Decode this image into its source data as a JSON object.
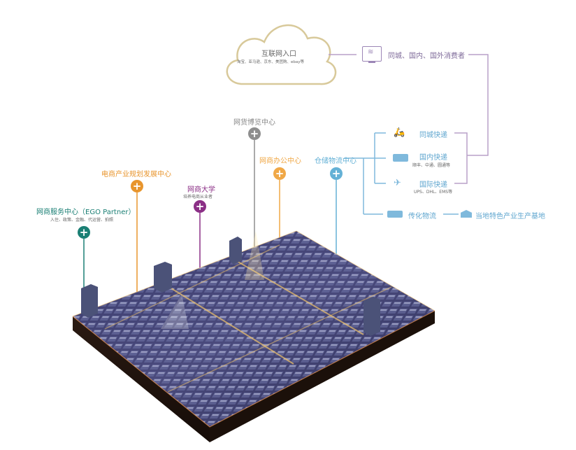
{
  "cloud": {
    "title": "互联网入口",
    "subtitle": "淘宝、亚马逊、京东、美团购、ebay等"
  },
  "consumers": {
    "label": "同城、国内、国外消费者"
  },
  "hubs": [
    {
      "key": "ego",
      "label": "网商服务中心（EGO Partner）",
      "sub": "入住、政策、金融、代运营、拍照",
      "color": "#1a7f74"
    },
    {
      "key": "plan",
      "label": "电商产业规划发展中心",
      "sub": "",
      "color": "#e8952d"
    },
    {
      "key": "univ",
      "label": "网商大学",
      "sub": "培养电商从业者",
      "color": "#8b2f86"
    },
    {
      "key": "expo",
      "label": "网货博览中心",
      "sub": "",
      "color": "#8e8e8e"
    },
    {
      "key": "office",
      "label": "网商办公中心",
      "sub": "",
      "color": "#f0a847"
    },
    {
      "key": "warehouse",
      "label": "仓储物流中心",
      "sub": "",
      "color": "#64b1d6"
    }
  ],
  "logistics": {
    "city": {
      "label": "同城快递"
    },
    "domestic": {
      "label": "国内快递",
      "sub": "顺丰、中通、圆通等"
    },
    "intl": {
      "label": "国际快递",
      "sub": "UPS、DHL、EMS等"
    },
    "traditional": {
      "label": "传化物流"
    },
    "base": {
      "label": "当地特色产业生产基地"
    }
  },
  "colors": {
    "line_blue": "#7fb9dc",
    "line_purple": "#b9a0c9",
    "cloud_stroke": "#d8c99a"
  }
}
